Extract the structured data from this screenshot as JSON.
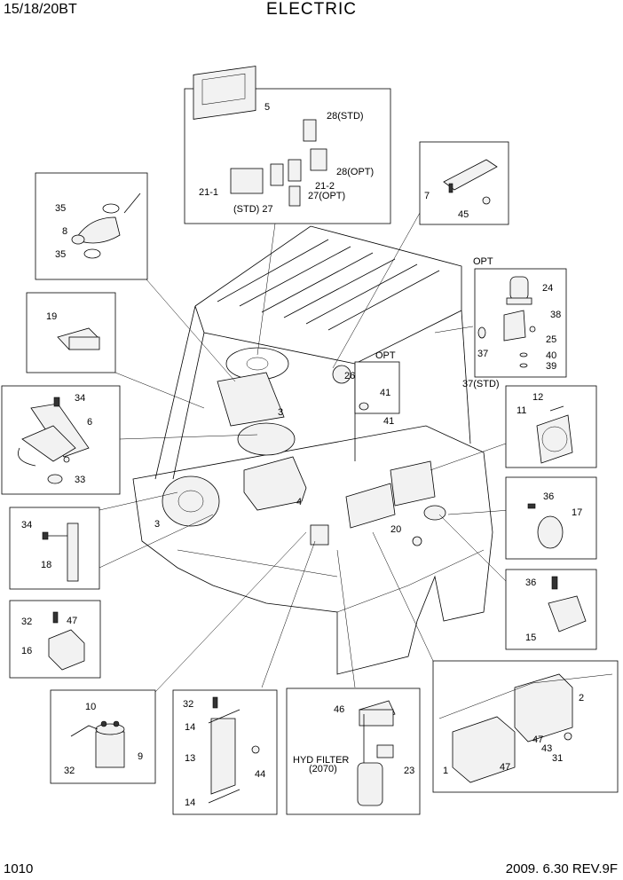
{
  "header": {
    "model": "15/18/20BT",
    "title": "ELECTRIC"
  },
  "footer": {
    "page": "1010",
    "date_rev": "2009. 6.30  REV.9F"
  },
  "labels": {
    "l5": "5",
    "l28std": "28(STD)",
    "l28opt": "28(OPT)",
    "l21_1": "21-1",
    "l21_2": "21-2",
    "l27opt": "27(OPT)",
    "lstd27": "(STD) 27",
    "l7": "7",
    "l45": "45",
    "l35a": "35",
    "l8": "8",
    "l35b": "35",
    "l19": "19",
    "l34a": "34",
    "l6": "6",
    "l33": "33",
    "lopt_beacon": "OPT",
    "l24": "24",
    "l38": "38",
    "l25": "25",
    "l37": "37",
    "l40": "40",
    "l39": "39",
    "lopt_lamp": "OPT",
    "l26": "26",
    "l41a": "41",
    "l41b": "41",
    "l37std": "37(STD)",
    "l12": "12",
    "l11": "11",
    "l36a": "36",
    "l17": "17",
    "l36b": "36",
    "l15": "15",
    "l3a": "3",
    "l3b": "3",
    "l4": "4",
    "l20": "20",
    "l34b": "34",
    "l18": "18",
    "l32a": "32",
    "l47a": "47",
    "l16": "16",
    "l10": "10",
    "l9": "9",
    "l32b": "32",
    "l32c": "32",
    "l14a": "14",
    "l13": "13",
    "l44": "44",
    "l14b": "14",
    "l46": "46",
    "lhyd": "HYD FILTER",
    "lhyd2": "(2070)",
    "l23": "23",
    "l2": "2",
    "l47b": "47",
    "l43": "43",
    "l31": "31",
    "l47c": "47",
    "l1": "1"
  }
}
